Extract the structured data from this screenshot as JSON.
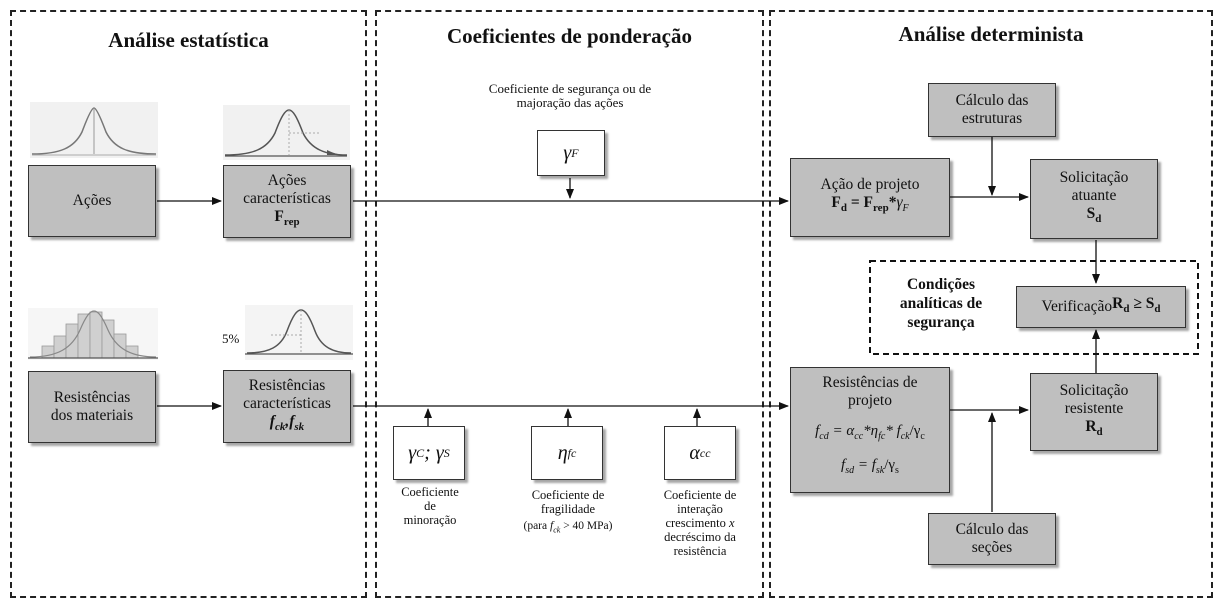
{
  "panels": {
    "left_title": "Análise estatística",
    "middle_title": "Coeficientes  de ponderação",
    "right_title": "Análise determinista"
  },
  "left": {
    "acoes": "Ações",
    "acoes_car_line1": "Ações",
    "acoes_car_line2": "características",
    "acoes_car_sym": "F",
    "acoes_car_sub": "rep",
    "resist_line1": "Resistências",
    "resist_line2": "dos materiais",
    "resist_car_line1": "Resistências",
    "resist_car_line2": "características",
    "resist_car_sym1": "f",
    "resist_car_sub1": "ck",
    "resist_car_sym2": "f",
    "resist_car_sub2": "sk",
    "five_percent": "5%"
  },
  "middle": {
    "gamma_f_caption_line1": "Coeficiente de segurança ou de",
    "gamma_f_caption_line2": "majoração das ações",
    "gamma_f_symbol": "γ",
    "gamma_f_sub": "F",
    "gamma_cs_symbol": "γ",
    "gamma_cs_sub1": "C",
    "gamma_cs_sep": " ; γ",
    "gamma_cs_sub2": "S",
    "gamma_cs_caption": [
      "Coeficiente",
      "de",
      "minoração"
    ],
    "eta_symbol": "η",
    "eta_sub": "fc",
    "eta_caption": [
      "Coeficiente de",
      "fragilidade"
    ],
    "eta_note_pre": "(para ",
    "eta_note_f": "f",
    "eta_note_sub": "ck",
    "eta_note_post": " > 40 MPa)",
    "alpha_symbol": "α",
    "alpha_sub": "cc",
    "alpha_caption_lines": [
      "Coeficiente de",
      "interação"
    ],
    "alpha_caption_line3_a": "crescimento ",
    "alpha_caption_line3_x": "x",
    "alpha_caption_more": [
      "decréscimo da",
      "resistência"
    ]
  },
  "right": {
    "calc_estruturas": [
      "Cálculo das",
      "estruturas"
    ],
    "acao_projeto_line1": "Ação de projeto",
    "acao_projeto_formula": "F_d = F_rep*γ_F",
    "solic_atuante": [
      "Solicitação",
      "atuante"
    ],
    "solic_atuante_sym": "S",
    "solic_atuante_sub": "d",
    "condicoes": [
      "Condições",
      "analíticas de",
      "segurança"
    ],
    "verificacao_text": "Verificação ",
    "verificacao_rel": "R_d ≥ S_d",
    "resist_projeto": [
      "Resistências  de",
      "projeto"
    ],
    "fcd_formula": "f_cd = α_cc*η_fc* f_ck/γ_c",
    "fsd_formula": "f_sd = f_sk/γ_s",
    "solic_resistente": [
      "Solicitação",
      "resistente"
    ],
    "solic_resistente_sym": "R",
    "solic_resistente_sub": "d",
    "calc_secoes": [
      "Cálculo das",
      "seções"
    ]
  }
}
